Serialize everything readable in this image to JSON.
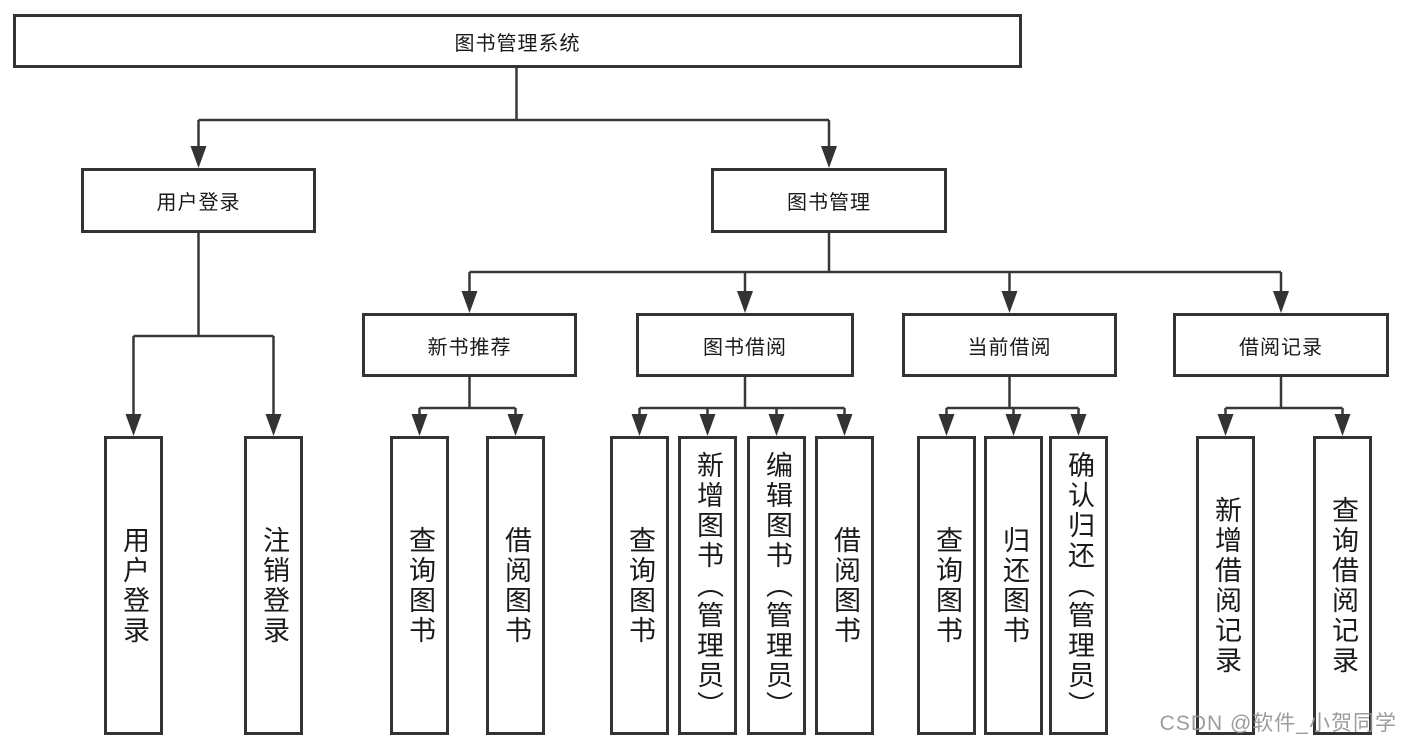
{
  "diagram": {
    "type": "hierarchy-tree",
    "colors": {
      "background": "#ffffff",
      "box_border": "#333333",
      "line": "#383838",
      "text": "#1a1a1a",
      "watermark": "#949494"
    },
    "nodes": {
      "root": {
        "label": "图书管理系统"
      },
      "level2": [
        {
          "label": "用户登录"
        },
        {
          "label": "图书管理"
        }
      ],
      "level3": [
        {
          "label": "新书推荐",
          "parent": "图书管理"
        },
        {
          "label": "图书借阅",
          "parent": "图书管理"
        },
        {
          "label": "当前借阅",
          "parent": "图书管理"
        },
        {
          "label": "借阅记录",
          "parent": "图书管理"
        }
      ],
      "leaves": [
        {
          "label": "用户登录",
          "parent": "用户登录"
        },
        {
          "label": "注销登录",
          "parent": "用户登录"
        },
        {
          "label": "查询图书",
          "parent": "新书推荐"
        },
        {
          "label": "借阅图书",
          "parent": "新书推荐"
        },
        {
          "label": "查询图书",
          "parent": "图书借阅"
        },
        {
          "label": "新增图书（管理员）",
          "parent": "图书借阅"
        },
        {
          "label": "编辑图书（管理员）",
          "parent": "图书借阅"
        },
        {
          "label": "借阅图书",
          "parent": "图书借阅"
        },
        {
          "label": "查询图书",
          "parent": "当前借阅"
        },
        {
          "label": "归还图书",
          "parent": "当前借阅"
        },
        {
          "label": "确认归还（管理员）",
          "parent": "当前借阅"
        },
        {
          "label": "新增借阅记录",
          "parent": "借阅记录"
        },
        {
          "label": "查询借阅记录",
          "parent": "借阅记录"
        }
      ]
    }
  },
  "watermark": {
    "text": "CSDN @软件_小贺同学"
  }
}
